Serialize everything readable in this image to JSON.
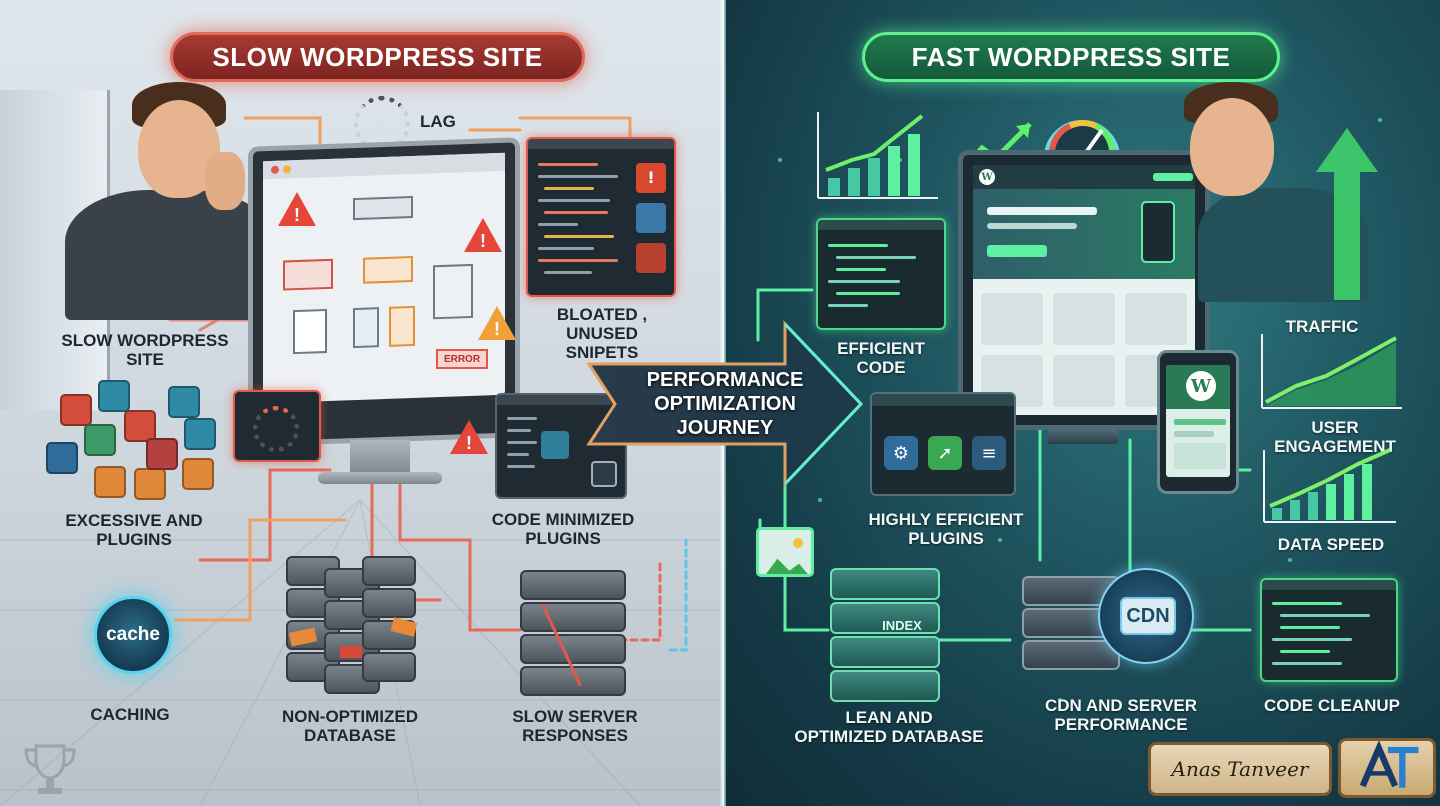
{
  "titles": {
    "slow": "SLOW WORDPRESS SITE",
    "fast": "FAST WORDPRESS SITE"
  },
  "slow_side": {
    "lag_label": "LAG",
    "person_label": "SLOW WORDPRESS\nSITE",
    "bloated_label": "BLOATED , UNUSED\nSNIPETS",
    "plugins_label": "EXCESSIVE AND\nPLUGINS",
    "code_min_label": "CODE MINIMIZED\nPLUGINS",
    "caching_label": "CACHING",
    "cache_orb": "cache",
    "db_label": "NON-OPTIMIZED\nDATABASE",
    "server_label": "SLOW SERVER\nRESPONSES",
    "error_tag": "ERROR"
  },
  "center": {
    "journey": "PERFORMANCE\nOPTIMIZATION\nJOURNEY"
  },
  "fast_side": {
    "efficient_label": "EFFICIENT\nCODE",
    "plugins_label": "HIGHLY EFFICIENT\nPLUGINS",
    "db_label": "LEAN AND\nOPTIMIZED DATABASE",
    "index_tag": "INDEX",
    "cdn_tag": "CDN",
    "cdn_label": "CDN AND SERVER\nPERFORMANCE",
    "cleanup_label": "CODE CLEANUP",
    "traffic_label": "TRAFFIC",
    "engagement_label": "USER ENGAGEMENT",
    "speed_label": "DATA SPEED"
  },
  "footer": {
    "signature": "Anas Tanveer",
    "logo": "AT"
  },
  "colors": {
    "slow_accent": "#e05a4a",
    "fast_accent": "#47d986",
    "wire_slow": "#f0a060",
    "wire_fast": "#5ef0a0"
  },
  "icons": [
    "warning-icon",
    "spinner-icon",
    "wordpress-icon",
    "gear-icon",
    "rocket-icon",
    "database-icon",
    "globe-icon",
    "trophy-icon",
    "image-icon",
    "gauge-icon"
  ]
}
